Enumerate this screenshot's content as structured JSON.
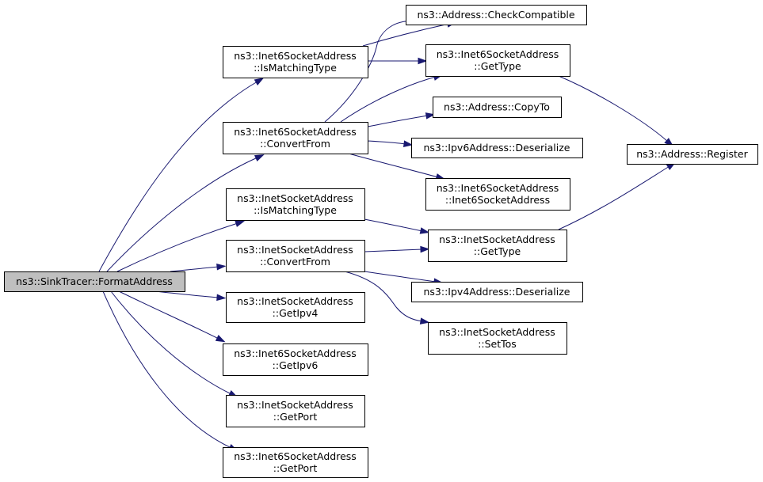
{
  "colors": {
    "edge": "#191970",
    "node_fill": "#ffffff",
    "root_fill": "#bfbfbf",
    "border": "#000000"
  },
  "nodes": [
    {
      "id": "formataddress",
      "lines": [
        "ns3::SinkTracer::FormatAddress"
      ],
      "root": true
    },
    {
      "id": "i6_ismatching",
      "lines": [
        "ns3::Inet6SocketAddress",
        "::IsMatchingType"
      ]
    },
    {
      "id": "i6_convertfrom",
      "lines": [
        "ns3::Inet6SocketAddress",
        "::ConvertFrom"
      ]
    },
    {
      "id": "i4_ismatching",
      "lines": [
        "ns3::InetSocketAddress",
        "::IsMatchingType"
      ]
    },
    {
      "id": "i4_convertfrom",
      "lines": [
        "ns3::InetSocketAddress",
        "::ConvertFrom"
      ]
    },
    {
      "id": "i4_getipv4",
      "lines": [
        "ns3::InetSocketAddress",
        "::GetIpv4"
      ]
    },
    {
      "id": "i6_getipv6",
      "lines": [
        "ns3::Inet6SocketAddress",
        "::GetIpv6"
      ]
    },
    {
      "id": "i4_getport",
      "lines": [
        "ns3::InetSocketAddress",
        "::GetPort"
      ]
    },
    {
      "id": "i6_getport",
      "lines": [
        "ns3::Inet6SocketAddress",
        "::GetPort"
      ]
    },
    {
      "id": "addr_checkcompat",
      "lines": [
        "ns3::Address::CheckCompatible"
      ]
    },
    {
      "id": "i6_gettype",
      "lines": [
        "ns3::Inet6SocketAddress",
        "::GetType"
      ]
    },
    {
      "id": "addr_copyto",
      "lines": [
        "ns3::Address::CopyTo"
      ]
    },
    {
      "id": "ipv6_deser",
      "lines": [
        "ns3::Ipv6Address::Deserialize"
      ]
    },
    {
      "id": "i6_ctor",
      "lines": [
        "ns3::Inet6SocketAddress",
        "::Inet6SocketAddress"
      ]
    },
    {
      "id": "i4_gettype",
      "lines": [
        "ns3::InetSocketAddress",
        "::GetType"
      ]
    },
    {
      "id": "ipv4_deser",
      "lines": [
        "ns3::Ipv4Address::Deserialize"
      ]
    },
    {
      "id": "i4_settos",
      "lines": [
        "ns3::InetSocketAddress",
        "::SetTos"
      ]
    },
    {
      "id": "addr_register",
      "lines": [
        "ns3::Address::Register"
      ]
    }
  ],
  "edges": [
    {
      "from": "formataddress",
      "to": "i6_ismatching"
    },
    {
      "from": "formataddress",
      "to": "i6_convertfrom"
    },
    {
      "from": "formataddress",
      "to": "i4_ismatching"
    },
    {
      "from": "formataddress",
      "to": "i4_convertfrom"
    },
    {
      "from": "formataddress",
      "to": "i4_getipv4"
    },
    {
      "from": "formataddress",
      "to": "i6_getipv6"
    },
    {
      "from": "formataddress",
      "to": "i4_getport"
    },
    {
      "from": "formataddress",
      "to": "i6_getport"
    },
    {
      "from": "i6_ismatching",
      "to": "addr_checkcompat"
    },
    {
      "from": "i6_ismatching",
      "to": "i6_gettype"
    },
    {
      "from": "i6_convertfrom",
      "to": "addr_checkcompat"
    },
    {
      "from": "i6_convertfrom",
      "to": "i6_gettype"
    },
    {
      "from": "i6_convertfrom",
      "to": "addr_copyto"
    },
    {
      "from": "i6_convertfrom",
      "to": "ipv6_deser"
    },
    {
      "from": "i6_convertfrom",
      "to": "i6_ctor"
    },
    {
      "from": "i6_gettype",
      "to": "addr_register"
    },
    {
      "from": "i4_ismatching",
      "to": "i4_gettype"
    },
    {
      "from": "i4_convertfrom",
      "to": "i4_gettype"
    },
    {
      "from": "i4_convertfrom",
      "to": "ipv4_deser"
    },
    {
      "from": "i4_convertfrom",
      "to": "i4_settos"
    },
    {
      "from": "i4_gettype",
      "to": "addr_register"
    }
  ]
}
